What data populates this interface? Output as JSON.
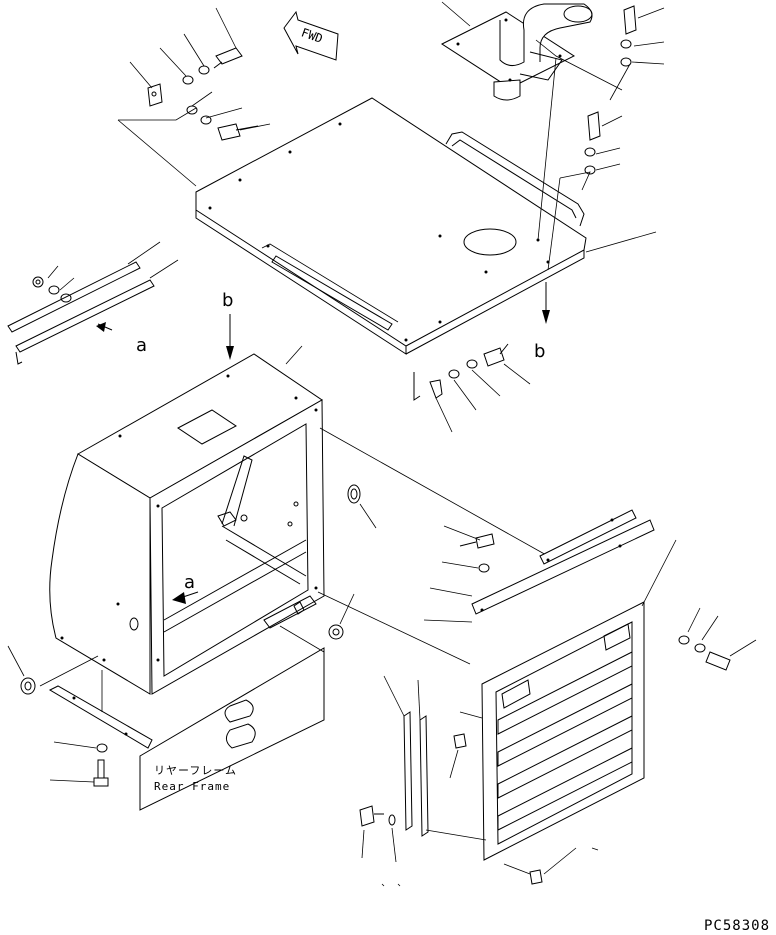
{
  "fwd_label": "FWD",
  "ref_labels": {
    "b_top_right": "b",
    "b_box_top": "b",
    "a_left_strips": "a",
    "a_box_inner": "a"
  },
  "rear_frame": {
    "jp": "リヤーフレーム",
    "en": "Rear Frame"
  },
  "drawing_code": "PC58308"
}
